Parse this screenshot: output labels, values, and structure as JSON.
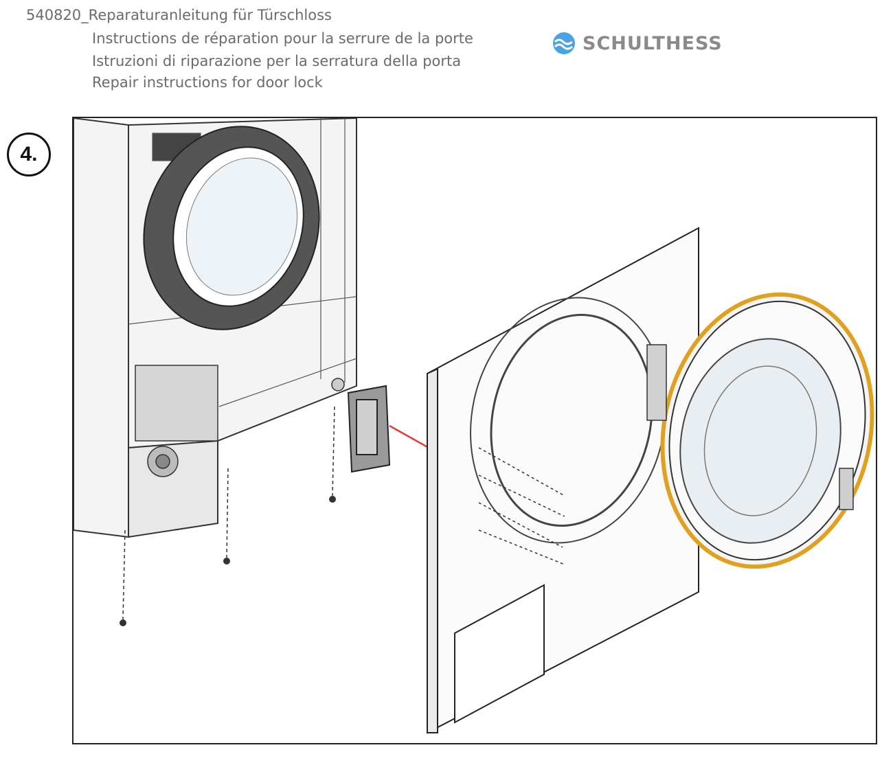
{
  "header": {
    "line_de": "540820_Reparaturanleitung für Türschloss",
    "line_fr": "Instructions de réparation pour la serrure de la porte",
    "line_it": "Istruzioni di riparazione per la serratura della porta",
    "line_en": "Repair instructions for door lock"
  },
  "logo": {
    "brand_text": "SCHULTHESS",
    "icon": "schulthess-wave-logo-icon",
    "color": "#4aa3df"
  },
  "step": {
    "label": "4."
  },
  "illustration": {
    "accent_arrow_color": "#e53935",
    "gasket_color": "#e0a020"
  }
}
